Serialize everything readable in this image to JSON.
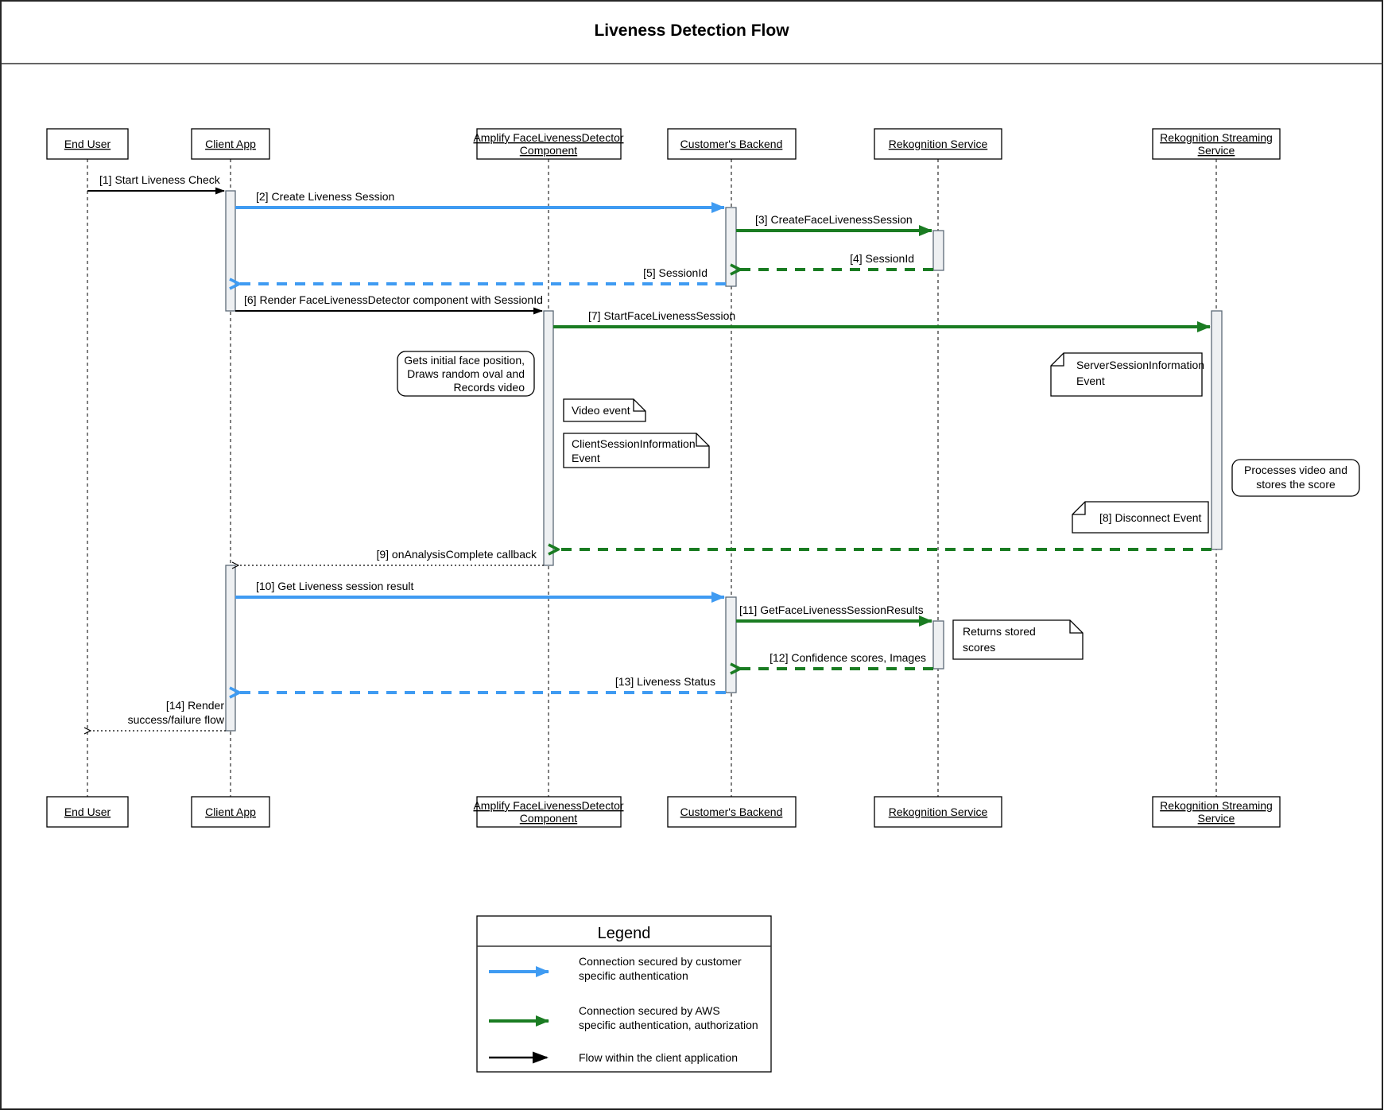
{
  "title": "Liveness Detection Flow",
  "actors": [
    {
      "id": "end-user",
      "lines": [
        "End User"
      ]
    },
    {
      "id": "client-app",
      "lines": [
        "Client App"
      ]
    },
    {
      "id": "amplify-facelivenessdetector-component",
      "lines": [
        "Amplify FaceLivenessDetector",
        "Component"
      ]
    },
    {
      "id": "customers-backend",
      "lines": [
        "Customer's Backend"
      ]
    },
    {
      "id": "rekognition-service",
      "lines": [
        "Rekognition Service"
      ]
    },
    {
      "id": "rekognition-streaming-service",
      "lines": [
        "Rekognition Streaming",
        "Service"
      ]
    }
  ],
  "messages": {
    "m1": {
      "label": "[1] Start Liveness Check",
      "style": "black-solid"
    },
    "m2": {
      "label": "[2] Create Liveness Session",
      "style": "blue-solid"
    },
    "m3": {
      "label": "[3] CreateFaceLivenessSession",
      "style": "green-solid"
    },
    "m4": {
      "label": "[4] SessionId",
      "style": "green-dashed"
    },
    "m5": {
      "label": "[5] SessionId",
      "style": "blue-dashed"
    },
    "m6": {
      "label": "[6] Render FaceLivenessDetector component with SessionId",
      "style": "black-solid"
    },
    "m7": {
      "label": "[7] StartFaceLivenessSession",
      "style": "green-solid"
    },
    "m9": {
      "label": "[9] onAnalysisComplete callback",
      "style": "green-dashed-and-black-dotted"
    },
    "m10": {
      "label": "[10] Get Liveness session result",
      "style": "blue-solid"
    },
    "m11": {
      "label": "[11] GetFaceLivenessSessionResults",
      "style": "green-solid"
    },
    "m12": {
      "label": "[12] Confidence scores, Images",
      "style": "green-dashed"
    },
    "m13": {
      "label": "[13] Liveness Status",
      "style": "blue-dashed"
    },
    "m14": {
      "lines": [
        "[14] Render",
        "success/failure flow"
      ],
      "style": "black-dotted"
    }
  },
  "notes": {
    "gets_initial": {
      "shape": "rounded",
      "lines": [
        "Gets initial face position,",
        "Draws random oval and",
        "Records video"
      ]
    },
    "server_session": {
      "shape": "note-fold-left",
      "lines": [
        "ServerSessionInformation",
        "Event"
      ]
    },
    "video_event": {
      "shape": "note-fold-right",
      "lines": [
        "Video event"
      ]
    },
    "client_session": {
      "shape": "note-fold-right",
      "lines": [
        "ClientSessionInformation",
        "Event"
      ]
    },
    "processes": {
      "shape": "rounded",
      "lines": [
        "Processes video and",
        "stores the score"
      ]
    },
    "disconnect": {
      "shape": "note-fold-left",
      "lines": [
        "[8] Disconnect Event"
      ]
    },
    "returns_stored": {
      "shape": "note-fold-right",
      "lines": [
        "Returns stored",
        "scores"
      ]
    }
  },
  "legend": {
    "title": "Legend",
    "items": [
      {
        "color": "blue",
        "lines": [
          "Connection secured by customer",
          "specific authentication"
        ]
      },
      {
        "color": "green",
        "lines": [
          "Connection secured by AWS",
          "specific authentication, authorization"
        ]
      },
      {
        "color": "black",
        "lines": [
          "Flow within the client application"
        ]
      }
    ]
  },
  "colors": {
    "blue": "#3f9bf2",
    "green": "#1a7c22",
    "black": "#000000",
    "activation_fill": "#eef0f2",
    "activation_stroke": "#5c6a77"
  }
}
